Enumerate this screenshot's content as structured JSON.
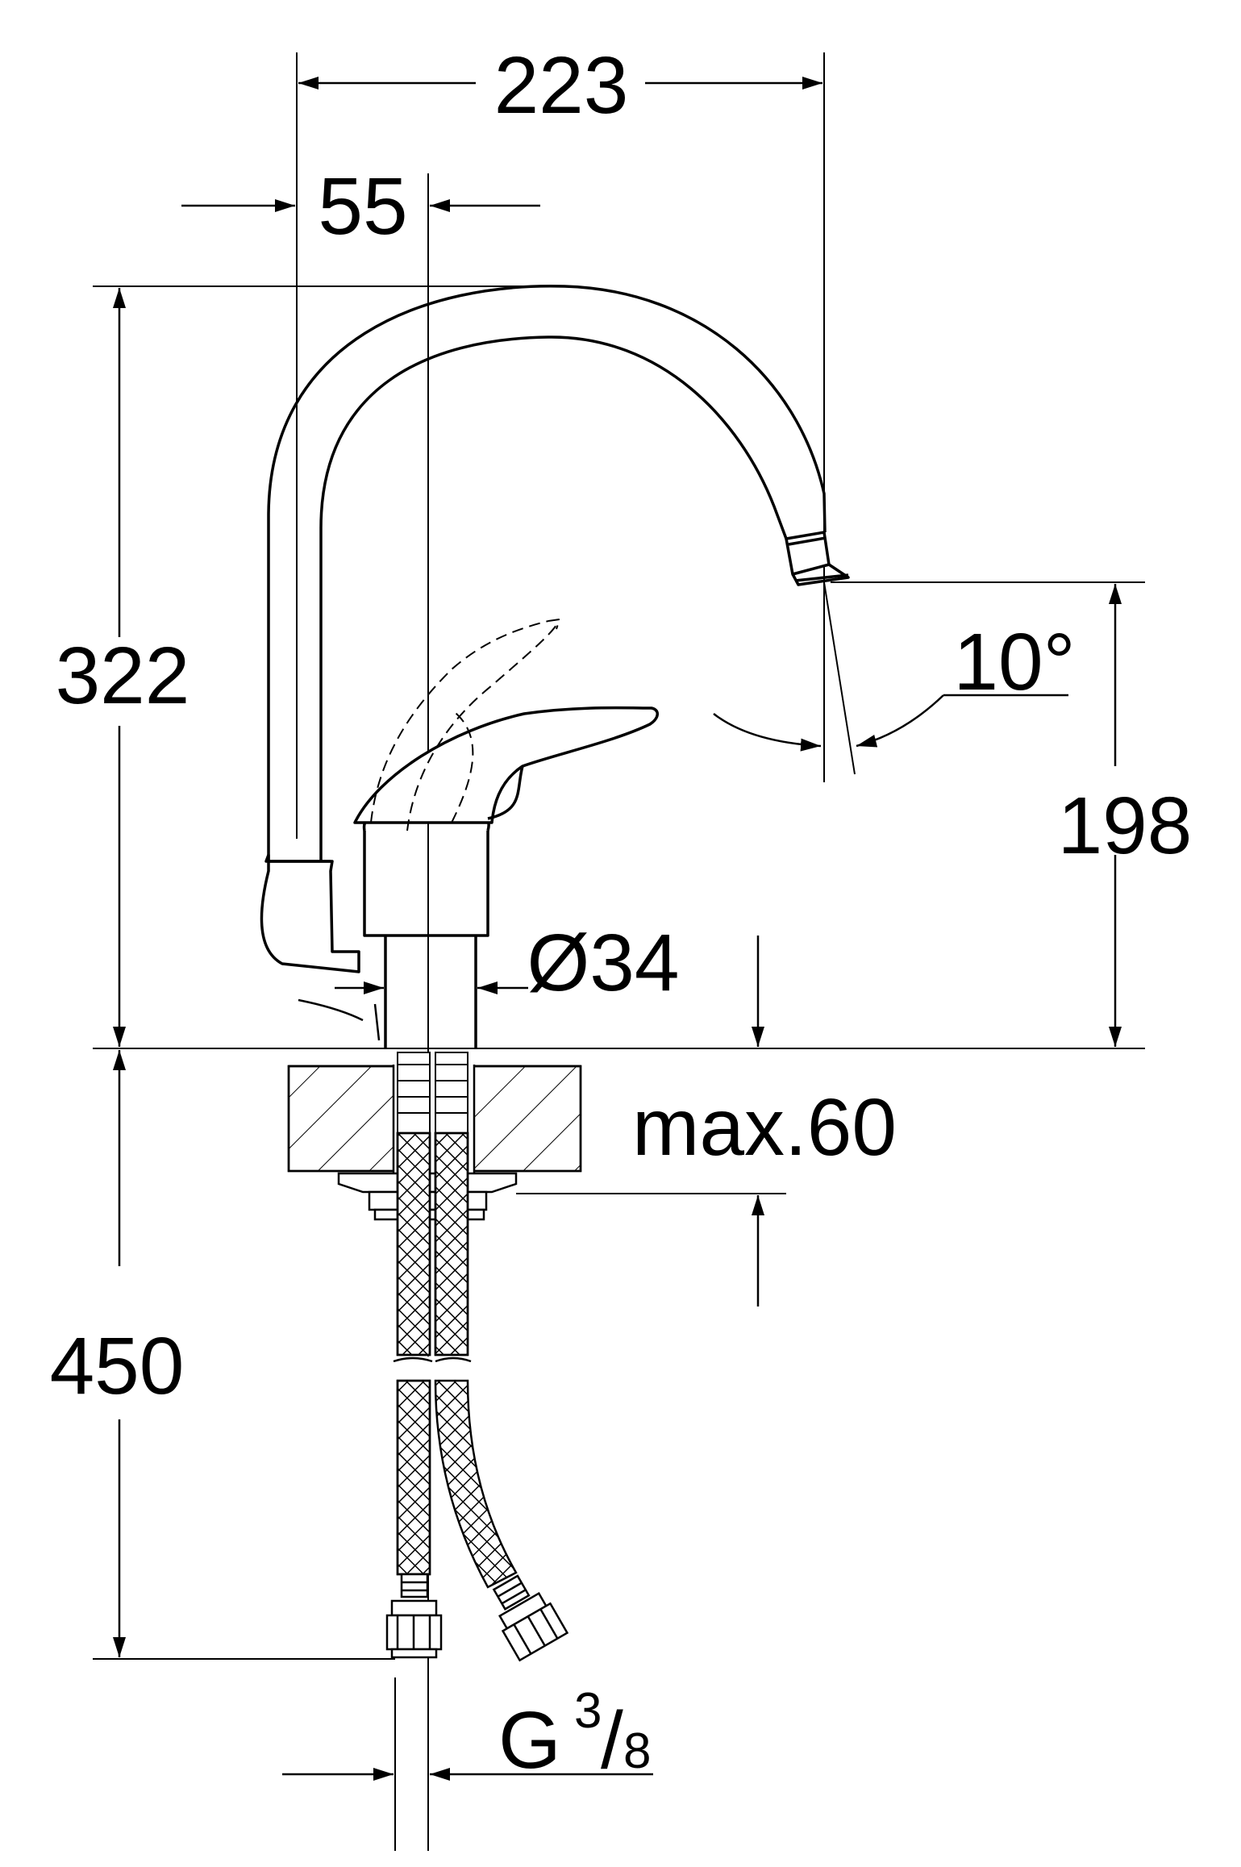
{
  "dimensions": {
    "overall_width": "223",
    "offset_axis": "55",
    "height": "322",
    "spout_height": "198",
    "spout_angle": "10°",
    "diameter": "Ø34",
    "max_thickness": "max.60",
    "hose_length": "450",
    "thread_prefix": "G",
    "thread_numerator": "3",
    "thread_slash": "/",
    "thread_denominator": "8"
  },
  "colors": {
    "line": "#000000",
    "background": "#ffffff"
  }
}
